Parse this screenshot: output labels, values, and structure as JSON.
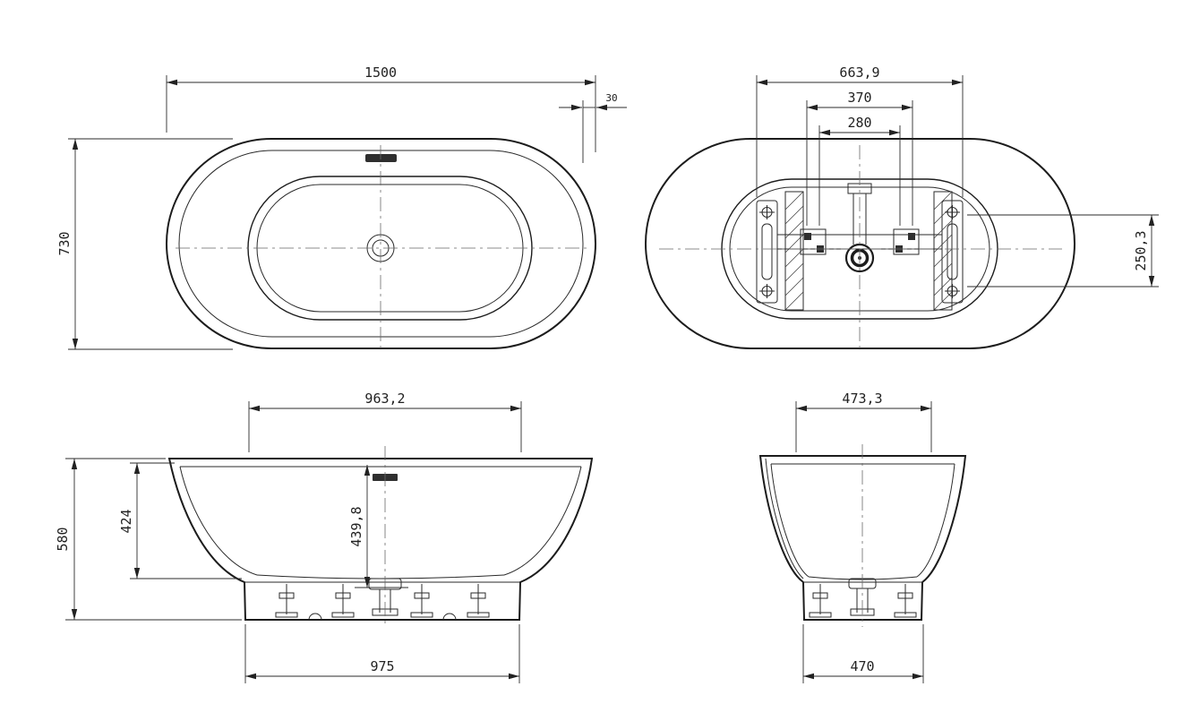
{
  "drawing": {
    "background": "#ffffff",
    "line_color": "#1c1c1c",
    "views": {
      "top": {
        "dims": {
          "length": "1500",
          "width": "730",
          "rim_edge": "30"
        }
      },
      "bottom": {
        "dims": {
          "frame_length": "663,9",
          "bolt_span_outer": "370",
          "bolt_span_inner": "280",
          "frame_width": "250,3"
        }
      },
      "front": {
        "dims": {
          "opening_length": "963,2",
          "inner_depth": "424",
          "depth_to_drain": "439,8",
          "overall_height": "580",
          "base_length": "975"
        }
      },
      "end": {
        "dims": {
          "opening_width": "473,3",
          "base_width": "470"
        }
      }
    }
  }
}
